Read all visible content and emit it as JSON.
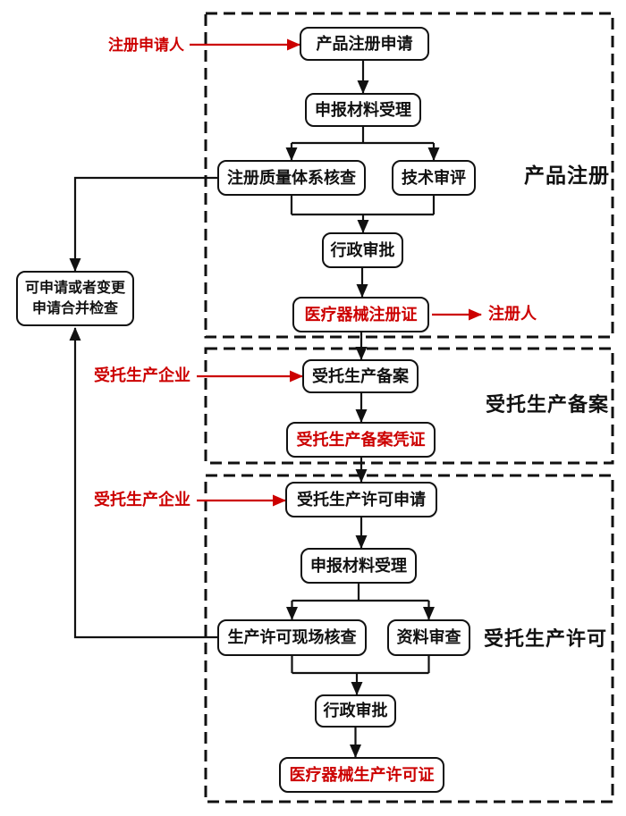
{
  "sections": {
    "product_registration": {
      "label": "产品注册"
    },
    "entrusted_production_filing": {
      "label": "受托生产备案"
    },
    "entrusted_production_license": {
      "label": "受托生产许可"
    }
  },
  "nodes": {
    "product_registration_application": "产品注册申请",
    "application_materials_acceptance_1": "申报材料受理",
    "registration_quality_system_inspection": "注册质量体系核查",
    "technical_review": "技术审评",
    "administrative_approval_1": "行政审批",
    "medical_device_registration_certificate": "医疗器械注册证",
    "combined_inspection_line1": "可申请或者变更",
    "combined_inspection_line2": "申请合并检查",
    "entrusted_production_filing": "受托生产备案",
    "entrusted_production_filing_certificate": "受托生产备案凭证",
    "entrusted_production_license_application": "受托生产许可申请",
    "application_materials_acceptance_2": "申报材料受理",
    "production_license_site_inspection": "生产许可现场核查",
    "document_review": "资料审查",
    "administrative_approval_2": "行政审批",
    "medical_device_production_license": "医疗器械生产许可证"
  },
  "actors": {
    "registration_applicant": "注册申请人",
    "registrant": "注册人",
    "entrusted_manufacturer_1": "受托生产企业",
    "entrusted_manufacturer_2": "受托生产企业"
  },
  "colors": {
    "red": "#cc0000",
    "black": "#111111",
    "background": "#ffffff"
  }
}
